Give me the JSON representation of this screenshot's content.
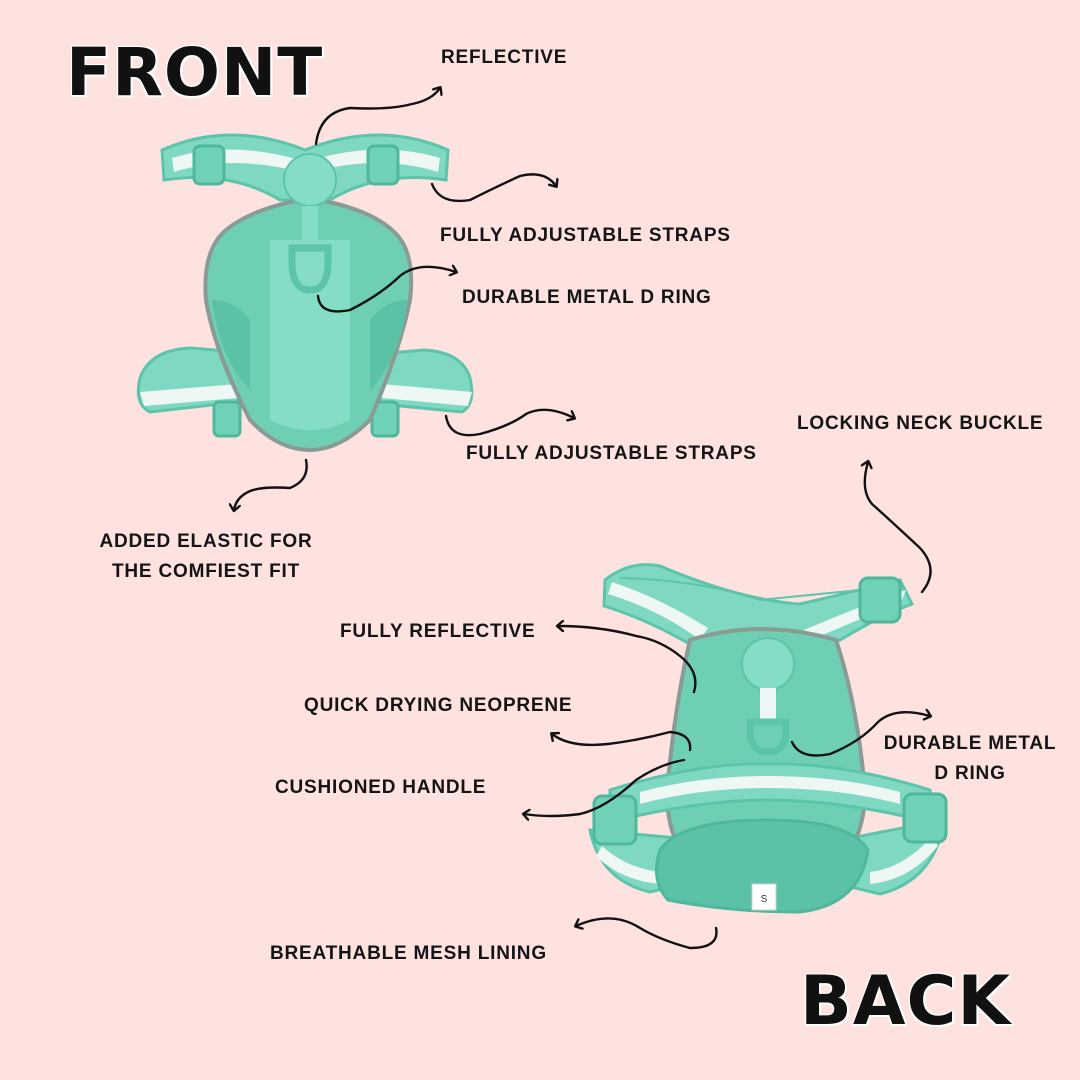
{
  "titles": {
    "front": "FRONT",
    "back": "BACK"
  },
  "front_labels": {
    "reflective": "REFLECTIVE",
    "adjustable_straps_top": "FULLY ADJUSTABLE STRAPS",
    "d_ring": "DURABLE METAL D RING",
    "adjustable_straps_bottom": "FULLY ADJUSTABLE STRAPS",
    "elastic_line1": "ADDED ELASTIC FOR",
    "elastic_line2": "THE COMFIEST FIT"
  },
  "back_labels": {
    "locking_neck_buckle": "LOCKING NECK BUCKLE",
    "fully_reflective": "FULLY REFLECTIVE",
    "quick_drying": "QUICK DRYING NEOPRENE",
    "cushioned_handle": "CUSHIONED HANDLE",
    "d_ring_line1": "DURABLE METAL",
    "d_ring_line2": "D RING",
    "mesh_lining": "BREATHABLE MESH LINING"
  },
  "size_tag": "S",
  "colors": {
    "background": "#fde2df",
    "harness_teal": "#7fd9c2",
    "harness_dark": "#5cc4aa",
    "mesh": "#62c9ae",
    "reflective_stripe": "#eef7f3",
    "trim_grey": "#8a9a94"
  }
}
